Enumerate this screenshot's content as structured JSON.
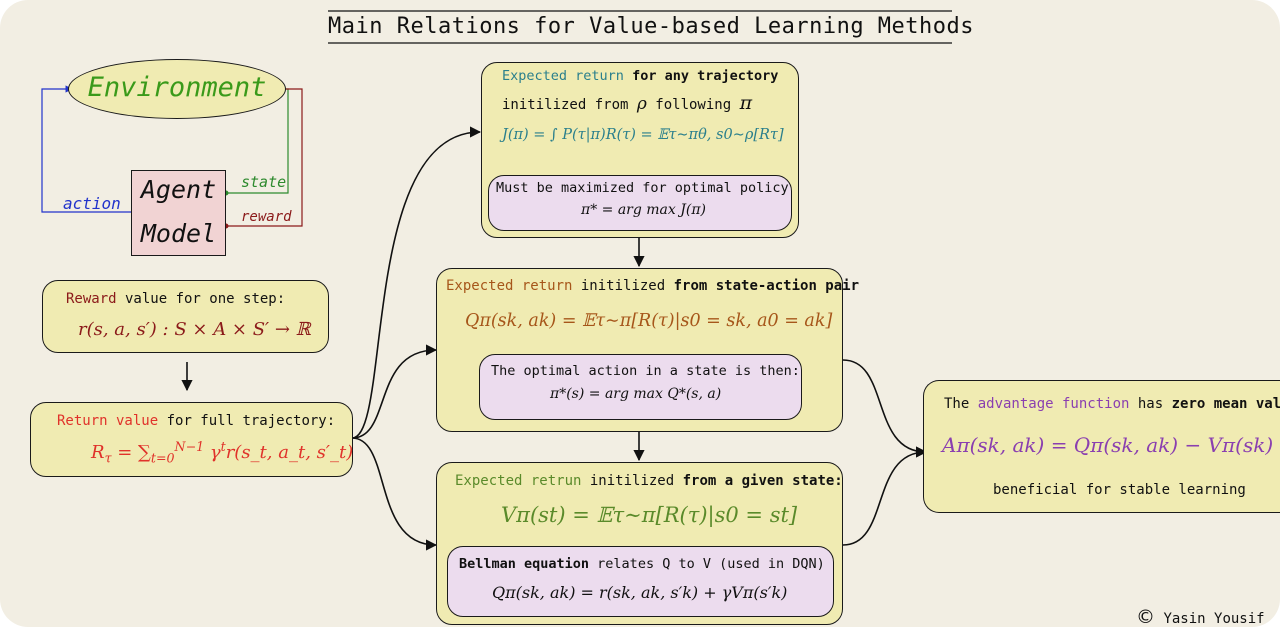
{
  "title": "Main Relations for Value-based Learning Methods",
  "environment": {
    "env_label": "Environment",
    "agent_label_1": "Agent",
    "agent_label_2": "Model",
    "state_label": "state",
    "reward_label": "reward",
    "action_label": "action"
  },
  "reward_box": {
    "lead": "Reward",
    "rest": " value for one step:",
    "formula": "r(s, a, s′) : S × A × S′ → ℝ"
  },
  "return_box": {
    "lead": "Return value",
    "rest": " for full trajectory:",
    "formula_left": "R",
    "formula_sub": "τ",
    "formula_eq": " = ∑",
    "sum_lower": "t=0",
    "sum_upper": "N−1",
    "formula_right": " γ",
    "gamma_sup": "t",
    "formula_tail": "r(s_t, a_t, s′_t)"
  },
  "j_box": {
    "line1_a": "Expected return",
    "line1_b": "for any trajectory",
    "line2_a": "initilized from ",
    "line2_rho": "ρ",
    "line2_b": " following ",
    "line2_pi": "π",
    "formula": "J(π) = ∫ P(τ|π)R(τ) = 𝔼τ∼πθ, s0∼ρ[Rτ]",
    "inner_label": "Must be maximized for optimal policy",
    "inner_formula": "π* = arg max J(π)"
  },
  "q_box": {
    "line1_a": "Expected return",
    "line1_b": " initilized ",
    "line1_c": "from state-action pair",
    "formula": "Qπ(sk, ak) = 𝔼τ∼π[R(τ)|s0 = sk, a0 = ak]",
    "inner_label": "The optimal action in a state is then:",
    "inner_formula": "π*(s) = arg max Q*(s, a)"
  },
  "v_box": {
    "line1_a": "Expected retrun",
    "line1_b": " initilized ",
    "line1_c": "from a given state:",
    "formula": "Vπ(st) = 𝔼τ∼π[R(τ)|s0 = st]",
    "inner_label_a": "Bellman equation",
    "inner_label_b": " relates Q to V (used in DQN)",
    "inner_formula": "Qπ(sk, ak) = r(sk, ak, s′k) + γVπ(s′k)"
  },
  "adv_box": {
    "line1_a": "The ",
    "line1_b": "advantage function",
    "line1_c": " has ",
    "line1_d": "zero mean value",
    "formula": "Aπ(sk, ak) = Qπ(sk, ak) − Vπ(sk)",
    "line3": "beneficial for stable learning"
  },
  "credit": "Yasin Yousif",
  "colors": {
    "background": "#f2eee3",
    "box_fill": "#f0ebb2",
    "inner_fill": "#ecdcee",
    "agent_fill": "#f1d3d3",
    "env_fill": "#f0ebb2",
    "env_text": "#3a9a1a",
    "teal": "#2a7f8c",
    "brown": "#a6561a",
    "red": "#e0322a",
    "green": "#5a8a2a",
    "purple": "#8a3fb0",
    "blue": "#2233cc",
    "darkred": "#8b1a1a"
  }
}
